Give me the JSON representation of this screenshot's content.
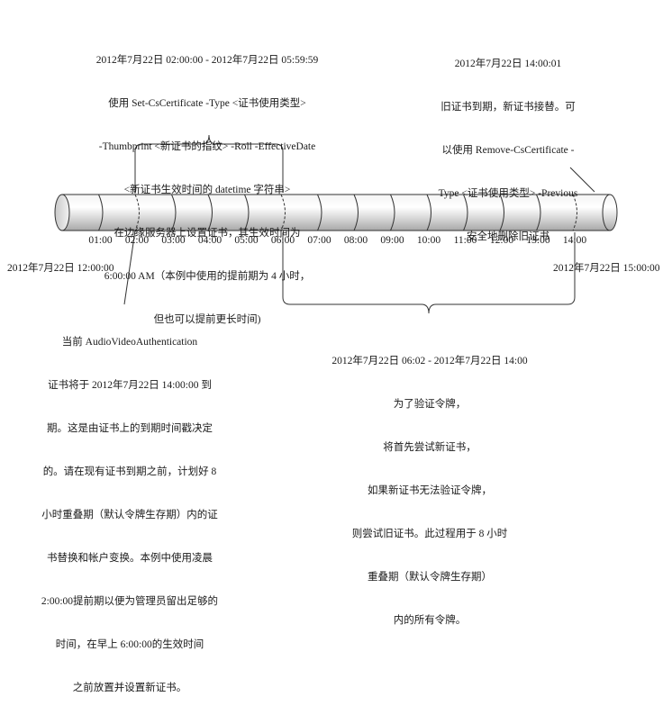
{
  "timeline": {
    "start_label": "2012年7月22日 12:00:00",
    "end_label": "2012年7月22日 15:00:00",
    "ticks": [
      "01:00",
      "02:00",
      "03:00",
      "04:00",
      "05:00",
      "06:00",
      "07:00",
      "08:00",
      "09:00",
      "10:00",
      "11:00",
      "12:00",
      "13:00",
      "14:00"
    ]
  },
  "notes": {
    "top_left": [
      "2012年7月22日 02:00:00 - 2012年7月22日 05:59:59",
      "使用 Set-CsCertificate -Type <证书使用类型>",
      "-Thumbprint <新证书的指纹> -Roll -EffectiveDate",
      "<新证书生效时间的 datetime 字符串>",
      "在边缘服务器上设置证书，其生效时间为",
      "6:00:00 AM（本例中使用的提前期为 4 小时，",
      "但也可以提前更长时间)"
    ],
    "top_right": [
      "2012年7月22日 14:00:01",
      "旧证书到期，新证书接替。可",
      "以使用 Remove-CsCertificate -",
      "Type <证书使用类型> -Previous",
      "安全地删除旧证书"
    ],
    "bottom_left": [
      "当前 AudioVideoAuthentication",
      "证书将于 2012年7月22日 14:00:00 到",
      "期。这是由证书上的到期时间戳决定",
      "的。请在现有证书到期之前，计划好 8",
      "小时重叠期（默认令牌生存期）内的证",
      "书替换和帐户变换。本例中使用凌晨",
      "2:00:00提前期以便为管理员留出足够的",
      "时间，在早上 6:00:00的生效时间",
      "之前放置并设置新证书。"
    ],
    "bottom_right": [
      "2012年7月22日 06:02 - 2012年7月22日 14:00",
      "为了验证令牌，",
      "将首先尝试新证书，",
      "如果新证书无法验证令牌，",
      "则尝试旧证书。此过程用于 8 小时",
      "重叠期（默认令牌生存期）",
      "内的所有令牌。"
    ]
  }
}
